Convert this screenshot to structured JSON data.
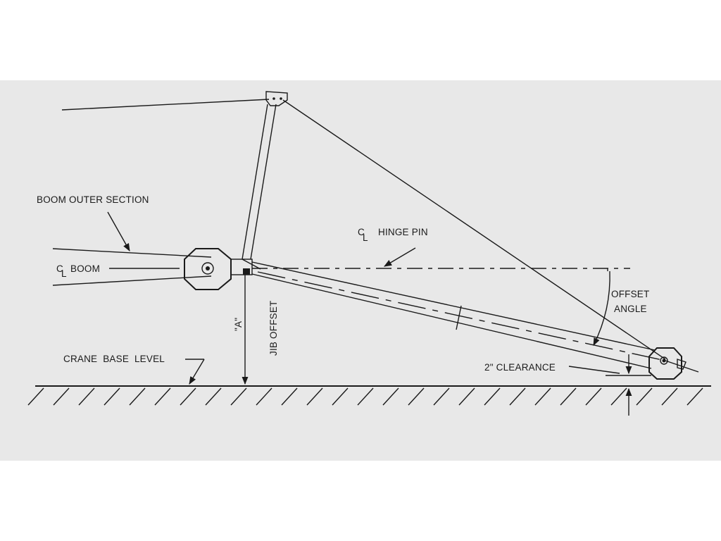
{
  "labels": {
    "boom_outer_section": "BOOM OUTER SECTION",
    "cl_hinge_pin": "HINGE PIN",
    "cl_boom": "BOOM",
    "centerline_symbol": "C",
    "centerline_sub": "L",
    "offset_angle_1": "OFFSET",
    "offset_angle_2": "ANGLE",
    "dimension_a": "\"A\"",
    "jib_offset": "JIB OFFSET",
    "crane_base_level": "CRANE BASE LEVEL",
    "clearance": "2\" CLEARANCE"
  },
  "colors": {
    "panel_bg": "#e8e8e8",
    "ink": "#1a1a1a"
  }
}
